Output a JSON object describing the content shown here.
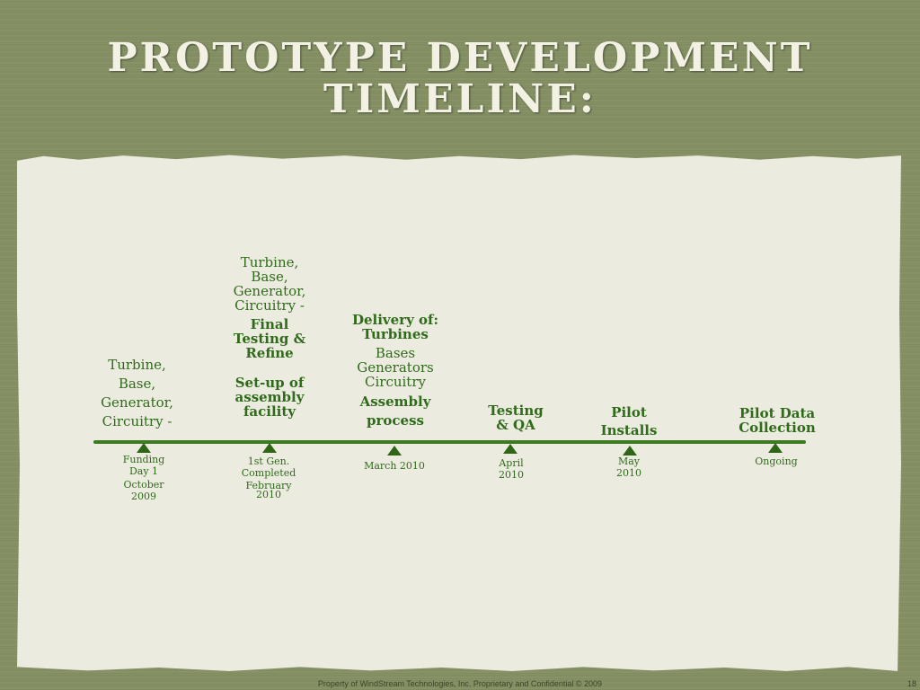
{
  "title": {
    "line1": "PROTOTYPE DEVELOPMENT",
    "line2": "TIMELINE:"
  },
  "milestones": [
    {
      "text": [
        "Turbine,",
        "Base,",
        "Generator,",
        "Circuitry -"
      ],
      "date": [
        "Funding",
        "Day 1",
        "October",
        "2009"
      ]
    },
    {
      "text_plain": [
        "Turbine,",
        "Base,",
        "Generator,",
        "Circuitry -"
      ],
      "text_bold": [
        "Final",
        "Testing &",
        "Refine"
      ],
      "text_bold2": [
        "Set-up of",
        "assembly",
        "facility"
      ],
      "date": [
        "1st Gen.",
        "Completed",
        "February",
        "2010"
      ]
    },
    {
      "text_bold": [
        "Delivery of:",
        "Turbines"
      ],
      "text_plain": [
        "Bases",
        "Generators",
        "Circuitry"
      ],
      "text_bold2": [
        "Assembly",
        "process"
      ],
      "date": [
        "March 2010"
      ]
    },
    {
      "text_bold": [
        "Testing",
        "& QA"
      ],
      "date": [
        "April",
        "2010"
      ]
    },
    {
      "text_bold": [
        "Pilot",
        "Installs"
      ],
      "date": [
        "May",
        "2010"
      ]
    },
    {
      "text_bold": [
        "Pilot Data",
        "Collection"
      ],
      "date": [
        "Ongoing"
      ]
    }
  ],
  "footer": "Property of WindStream Technologies, Inc.  Proprietary and Confidential  © 2009",
  "page_number": "18",
  "colors": {
    "background": "#848f63",
    "paper": "#ecebdf",
    "accent_green": "#2f6b1a",
    "title_text": "#f3f1e4"
  }
}
